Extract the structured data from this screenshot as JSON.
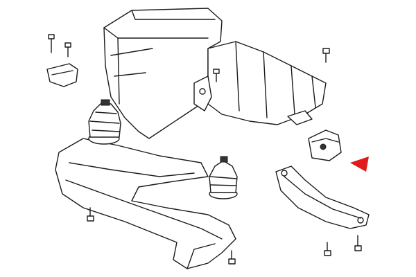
{
  "diagram": {
    "background": "#ffffff",
    "line_color": "#1a1a1a",
    "highlight_arrow_color": "#e01b1b",
    "parts": [
      "engine",
      "transmission",
      "front-crossmember",
      "engine-mount-left",
      "engine-mount-right",
      "transmission-mount",
      "transmission-crossmember",
      "bolts",
      "brackets"
    ]
  }
}
